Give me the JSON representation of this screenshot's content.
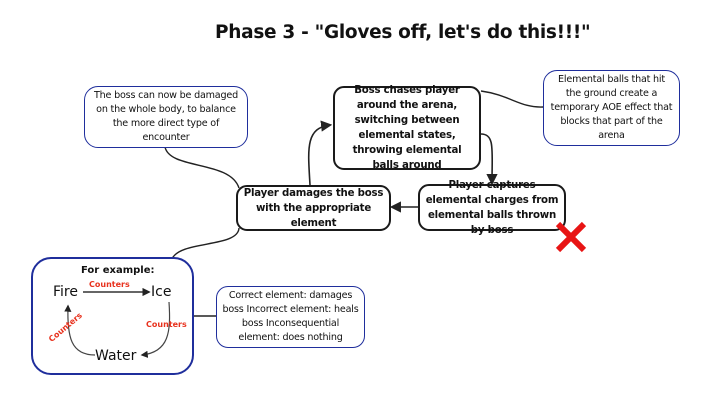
{
  "title": "Phase 3 - \"Gloves off, let's do this!!!\"",
  "nodes": {
    "boss_chases": "Boss chases player around the arena, switching between elemental states, throwing elemental balls around",
    "player_captures": "Player captures elemental charges from elemental balls thrown by boss",
    "player_damages": "Player damages the boss with the appropriate element"
  },
  "notes": {
    "whole_body": "The boss can now be damaged on the whole body, to balance the more direct type of encounter",
    "aoe": "Elemental balls that hit the ground create a temporary AOE effect that blocks that part of the arena",
    "element_rules": "Correct element: damages boss Incorrect element: heals boss Inconsequential element: does nothing"
  },
  "example": {
    "heading": "For example:",
    "elements": [
      "Fire",
      "Ice",
      "Water"
    ],
    "relation_label": "Counters"
  },
  "colors": {
    "node_border": "#1a1a1a",
    "note_border": "#1f2e9c",
    "counters_text": "#e8321e",
    "cross": "#e81414"
  },
  "marker": "cross-icon"
}
